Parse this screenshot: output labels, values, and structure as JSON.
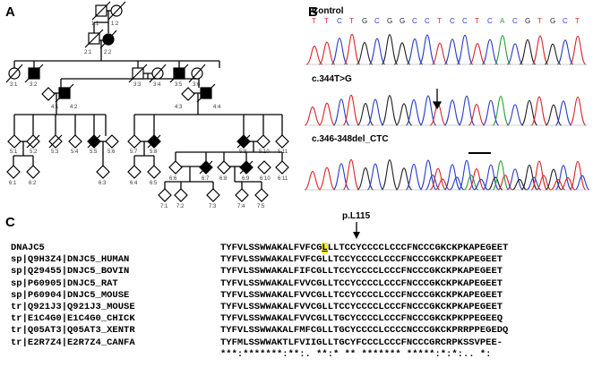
{
  "panels": {
    "a": "A",
    "b": "B",
    "c": "C"
  },
  "pedigree": {
    "labels": [
      "1:1",
      "1:2",
      "2:1",
      "2:2",
      "3:1",
      "3:2",
      "3:3",
      "3:4",
      "3:5",
      "3:6",
      "4:1",
      "4:2",
      "4:3",
      "4:4",
      "5:1",
      "5:2",
      "5:3",
      "5:4",
      "5:5",
      "5:6",
      "5:7",
      "5:8",
      "5:9",
      "5:10",
      "5:11",
      "6:1",
      "6:2",
      "6:3",
      "6:4",
      "6:5",
      "6:6",
      "6:7",
      "6:8",
      "6:9",
      "6:10",
      "6:11",
      "7:1",
      "7:2",
      "7:3",
      "7:4",
      "7:5"
    ]
  },
  "chromatograms": {
    "control": {
      "title": "Control",
      "bases": [
        "T",
        "T",
        "C",
        "T",
        "G",
        "C",
        "G",
        "G",
        "C",
        "C",
        "T",
        "C",
        "C",
        "T",
        "C",
        "A",
        "C",
        "G",
        "T",
        "G",
        "C",
        "T"
      ]
    },
    "mut1": {
      "title": "c.344T>G"
    },
    "mut2": {
      "title": "c.346-348del_CTC"
    }
  },
  "alignment": {
    "mutation_label": "p.L115",
    "rows": [
      {
        "name": "DNAJC5",
        "pre": "TYFVLSSWWAKALFVFCG",
        "hl": "L",
        "post": "LLTCCYCCCCLCCCFNCCCGKCKPKAPEGEET"
      },
      {
        "name": "sp|Q9H3Z4|DNJC5_HUMAN",
        "seq": "TYFVLSSWWAKALFVFCGLLTCCYCCCCLCCCFNCCCGKCKPKAPEGEET"
      },
      {
        "name": "sp|Q29455|DNJC5_BOVIN",
        "seq": "TYFVLSSWWAKALFIFCGLLTCCYCCCCLCCCFNCCCGKCKPKAPEGEET"
      },
      {
        "name": "sp|P60905|DNJC5_RAT",
        "seq": "TYFVLSSWWAKALFVVCGLLTCCYCCCCLCCCFNCCCGKCKPKAPEGEET"
      },
      {
        "name": "sp|P60904|DNJC5_MOUSE",
        "seq": "TYFVLSSWWAKALFVVCGLLTCCYCCCCLCCCFNCCCGKCKPKAPEGEET"
      },
      {
        "name": "tr|Q921J3|Q921J3_MOUSE",
        "seq": "TYFVLSSWWAKALFVVCGLLTCCYCCCCLCCCFNCCCGKCKPKAPEGEET"
      },
      {
        "name": "tr|E1C4G0|E1C4G0_CHICK",
        "seq": "TYFVLSSWWAKALFVVCGLLTGCYCCCCLCCCFNCCCGKCKPKPPEGEEQ"
      },
      {
        "name": "tr|Q05AT3|Q05AT3_XENTR",
        "seq": "TYFVLSSWWAKALFMFCGLLTGCYCCCCLCCCCNCCCGKCKPRRPPEGEDQ"
      },
      {
        "name": "tr|E2R7Z4|E2R7Z4_CANFA",
        "seq": "TYFMLSSWWAKTLFVIIGLLTGCYFCCCLCCCFNCCCGRCRPKSSVPEE-"
      }
    ],
    "consensus": "***:*******:**:. **:* ** ******* *****:*:*:.. *:"
  },
  "colors": {
    "A": "#2e9e3a",
    "C": "#2a3dc8",
    "G": "#222222",
    "T": "#d8282a",
    "highlight": "#f4ea2a"
  }
}
